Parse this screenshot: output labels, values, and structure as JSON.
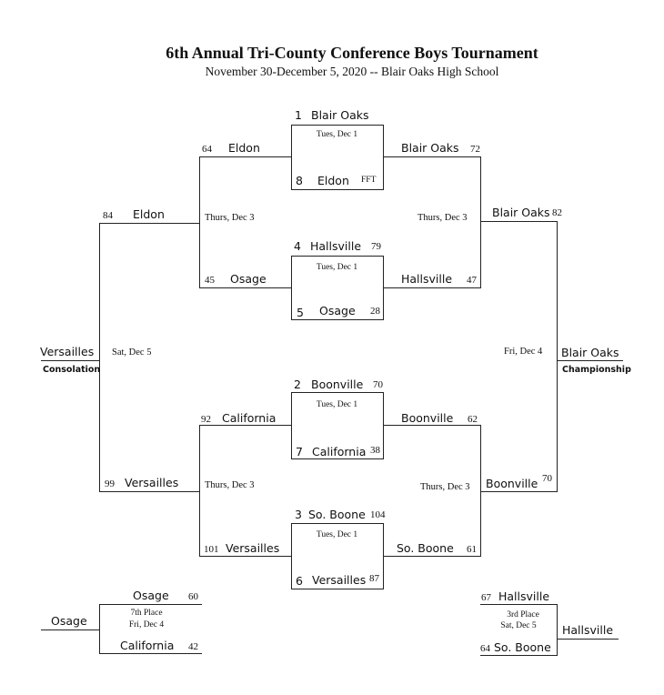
{
  "header": {
    "title": "6th Annual Tri-County Conference Boys Tournament",
    "subtitle": "November 30-December 5, 2020 -- Blair Oaks High School"
  },
  "first_round": {
    "game1": {
      "date": "Tues, Dec 1",
      "top": {
        "seed": "1",
        "team": "Blair Oaks"
      },
      "bottom": {
        "seed": "8",
        "team": "Eldon",
        "score": "FFT"
      }
    },
    "game2": {
      "date": "Tues, Dec 1",
      "top": {
        "seed": "4",
        "team": "Hallsville",
        "score": "79"
      },
      "bottom": {
        "seed": "5",
        "team": "Osage",
        "score": "28"
      }
    },
    "game3": {
      "date": "Tues, Dec 1",
      "top": {
        "seed": "2",
        "team": "Boonville",
        "score": "70"
      },
      "bottom": {
        "seed": "7",
        "team": "California",
        "score": "38"
      }
    },
    "game4": {
      "date": "Tues, Dec 1",
      "top": {
        "seed": "3",
        "team": "So. Boone",
        "score": "104"
      },
      "bottom": {
        "seed": "6",
        "team": "Versailles",
        "score": "87"
      }
    }
  },
  "consolation_bracket": {
    "date_top": "Thurs, Dec 3",
    "date_bottom": "Thurs, Dec 3",
    "eldon": {
      "score": "64",
      "team": "Eldon"
    },
    "osage": {
      "score": "45",
      "team": "Osage"
    },
    "california": {
      "score": "92",
      "team": "California"
    },
    "versailles": {
      "score": "101",
      "team": "Versailles"
    },
    "final": {
      "date": "Sat, Dec 5",
      "top": {
        "score": "84",
        "team": "Eldon"
      },
      "bottom": {
        "score": "99",
        "team": "Versailles"
      },
      "winner": "Versailles",
      "label": "Consolation"
    }
  },
  "championship_bracket": {
    "date_top": "Thurs, Dec 3",
    "date_bottom": "Thurs, Dec 3",
    "blair_oaks": {
      "team": "Blair Oaks",
      "score": "72"
    },
    "hallsville": {
      "team": "Hallsville",
      "score": "47"
    },
    "boonville": {
      "team": "Boonville",
      "score": "62"
    },
    "so_boone": {
      "team": "So. Boone",
      "score": "61"
    },
    "final": {
      "date": "Fri, Dec 4",
      "top": {
        "team": "Blair Oaks",
        "score": "82"
      },
      "bottom": {
        "team": "Boonville",
        "score": "70"
      },
      "winner": "Blair Oaks",
      "label": "Championship"
    }
  },
  "seventh_place": {
    "label": "7th Place",
    "date": "Fri, Dec 4",
    "top": {
      "team": "Osage",
      "score": "60"
    },
    "bottom": {
      "team": "California",
      "score": "42"
    },
    "winner": "Osage"
  },
  "third_place": {
    "label": "3rd Place",
    "date": "Sat, Dec 5",
    "top": {
      "score": "67",
      "team": "Hallsville"
    },
    "bottom": {
      "score": "64",
      "team": "So. Boone"
    },
    "winner": "Hallsville"
  }
}
